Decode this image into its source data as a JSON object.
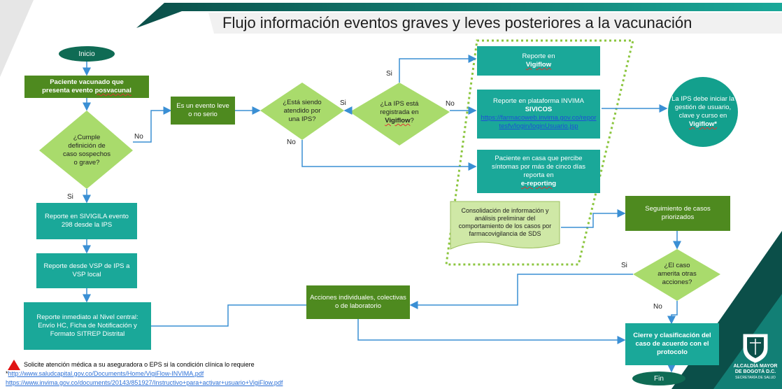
{
  "title": "Flujo información eventos graves y leves posteriores a la vacunación",
  "nodes": {
    "inicio": "Inicio",
    "fin": "Fin",
    "paciente_line1": "Paciente vacunado que",
    "paciente_line2": "presenta evento ",
    "paciente_word": "posvacunal",
    "cumple": "¿Cumple definición de caso sospechos o grave?",
    "reporte_sivigila": "Reporte en SIVIGILA evento 298 desde la IPS",
    "reporte_vsp": "Reporte desde VSP de IPS a VSP local",
    "reporte_inmediato": "Reporte inmediato al Nivel central: Envío HC, Ficha de Notificación y Formato SITREP Distrital",
    "evento_leve": "Es un evento leve o no serio",
    "esta_atendido": "¿Está siendo atendido por una IPS?",
    "ips_registrada_pre": "¿La IPS está registrada en ",
    "ips_registrada_word": "Vigiflow",
    "ips_registrada_post": "?",
    "reporte_en": "Reporte en",
    "reporte_vigiflow_word": "Vigiflow",
    "invima_line1": "Reporte en plataforma INVIMA",
    "invima_line2": "SIVICOS",
    "invima_link": "https://farmacoweb.invima.gov.co/reportesfv/login/loginUsuario.jsp",
    "paciente_casa": "Paciente en casa que percibe síntomas por más de cinco días reporta en",
    "ereporting": "e-reporting",
    "ips_debe": "La IPS debe iniciar la gestión de usuario, clave y curso en ",
    "ips_debe_word": "Vigiflow*",
    "consolidacion": "Consolidación de información y análisis preliminar del comportamiento de los casos por farmacovigilancia de SDS",
    "seguimiento": "Seguimiento de casos priorizados",
    "amerita": "¿El caso amerita otras acciones?",
    "acciones": "Acciones individuales, colectivas o de laboratorio",
    "cierre": "Cierre y clasificación del caso de acuerdo con el protocolo"
  },
  "edge_labels": {
    "no1": "No",
    "si1": "Si",
    "si2": "Si",
    "no2": "No",
    "si3": "Si",
    "no3": "No",
    "si4": "Si",
    "no4": "No"
  },
  "footer": {
    "note": "Solicite atención médica a su aseguradora o EPS si la condición clínica lo requiere",
    "link1_prefix": "*",
    "link1": "http://www.saludcapital.gov.co/Documents/Home/VigiFlow-INVIMA.pdf",
    "link2": "https://www.invima.gov.co/documents/20143/851927/Instructivo+para+activar+usuario+VigiFlow.pdf"
  },
  "logo": {
    "line1": "ALCALDÍA MAYOR",
    "line2": "DE BOGOTÁ D.C.",
    "line3": "SECRETARÍA DE SALUD"
  },
  "colors": {
    "teal": "#1aa899",
    "green": "#4e8a1f",
    "diamond": "#a9db6c",
    "oval": "#0f6b54",
    "circle": "#13a08d",
    "arrow": "#3a8fd4",
    "dashed_border": "#8cc63f",
    "header_band": "#0b4f49"
  },
  "icons": {
    "warning": "red-triangle-icon"
  }
}
